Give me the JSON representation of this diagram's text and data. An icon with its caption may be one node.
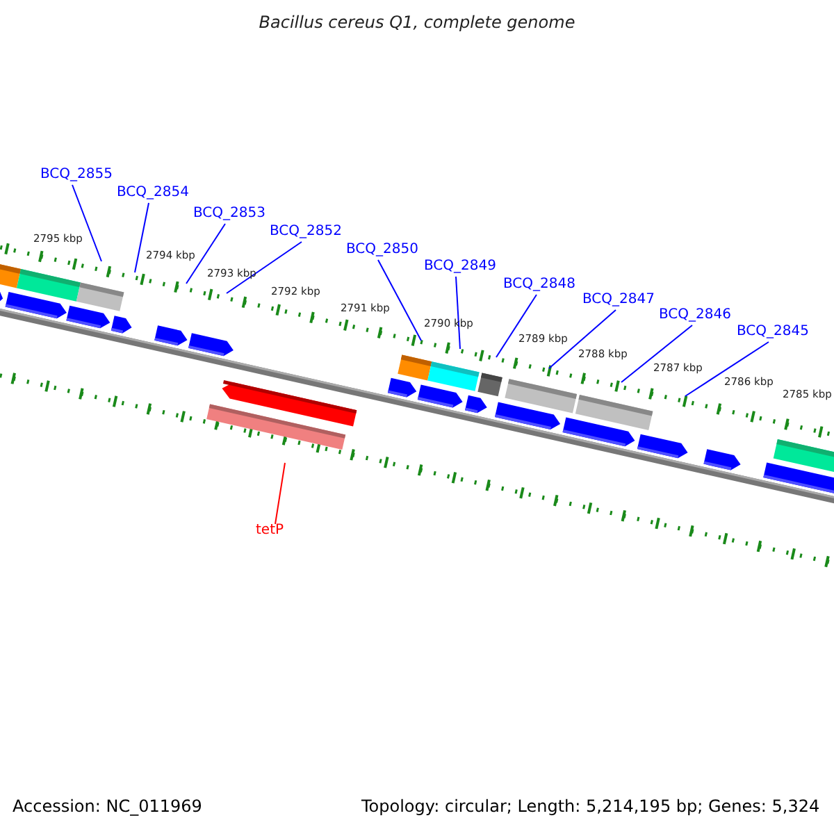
{
  "diagram": {
    "title": "Bacillus cereus Q1, complete genome",
    "nodes": [
      {
        "text": [
          "BCQ_2855"
        ]
      },
      {
        "text": [
          "BCQ_2854"
        ]
      },
      {
        "text": [
          "BCQ_2853"
        ]
      },
      {
        "text": [
          "BCQ_2852"
        ]
      },
      {
        "text": [
          "BCQ_2850"
        ]
      },
      {
        "text": [
          "BCQ_2849"
        ]
      },
      {
        "text": [
          "BCQ_2848"
        ]
      },
      {
        "text": [
          "BCQ_2847"
        ]
      },
      {
        "text": [
          "BCQ_2846"
        ]
      },
      {
        "text": [
          "BCQ_2845"
        ]
      },
      {
        "text": [
          "tetP"
        ]
      }
    ],
    "edges": [
      {
        "from": 0,
        "to": null,
        "arrow": "none"
      },
      {
        "from": 1,
        "to": null,
        "arrow": "none"
      },
      {
        "from": 2,
        "to": null,
        "arrow": "none"
      },
      {
        "from": 3,
        "to": null,
        "arrow": "none"
      },
      {
        "from": 4,
        "to": null,
        "arrow": "none"
      },
      {
        "from": 5,
        "to": null,
        "arrow": "none"
      },
      {
        "from": 6,
        "to": null,
        "arrow": "none"
      },
      {
        "from": 7,
        "to": null,
        "arrow": "none"
      },
      {
        "from": 8,
        "to": null,
        "arrow": "none"
      },
      {
        "from": 9,
        "to": null,
        "arrow": "none"
      },
      {
        "from": 10,
        "to": null,
        "arrow": "none",
        "color": "#ff0000"
      }
    ],
    "labels": [
      "2795 kbp",
      "2794 kbp",
      "2793 kbp",
      "2792 kbp",
      "2791 kbp",
      "2790 kbp",
      "2789 kbp",
      "2788 kbp",
      "2787 kbp",
      "2786 kbp",
      "2785 kbp",
      "Accession: NC_011969",
      "Topology: circular; Length: 5,214,195 bp; Genes: 5,324"
    ]
  }
}
